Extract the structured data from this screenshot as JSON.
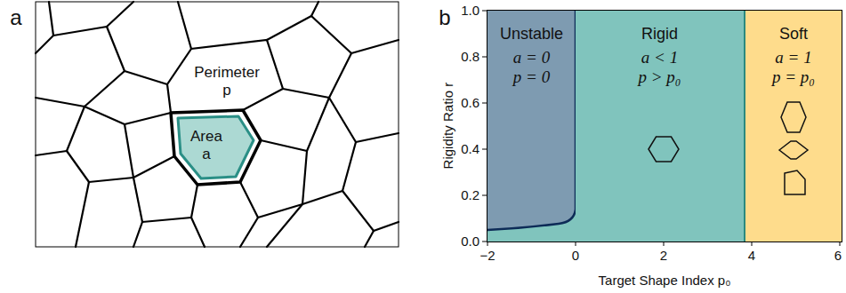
{
  "diagram": {
    "nodes": [
      {
        "text": [
          "Perimeter p",
          "Area a"
        ]
      },
      {
        "text": [
          "Unstable",
          "a = 0",
          "p = 0"
        ]
      },
      {
        "text": [
          "Rigid",
          "a < 1",
          "p > p₀"
        ]
      },
      {
        "text": [
          "Soft",
          "a = 1",
          "p = p₀"
        ]
      }
    ],
    "labels": [
      "a",
      "b",
      "0.0",
      "0.2",
      "0.4",
      "0.6",
      "0.8",
      "1.0",
      "−2",
      "0",
      "2",
      "4",
      "6",
      "Rigidity Ratio r",
      "Target Shape Index p₀"
    ]
  }
}
